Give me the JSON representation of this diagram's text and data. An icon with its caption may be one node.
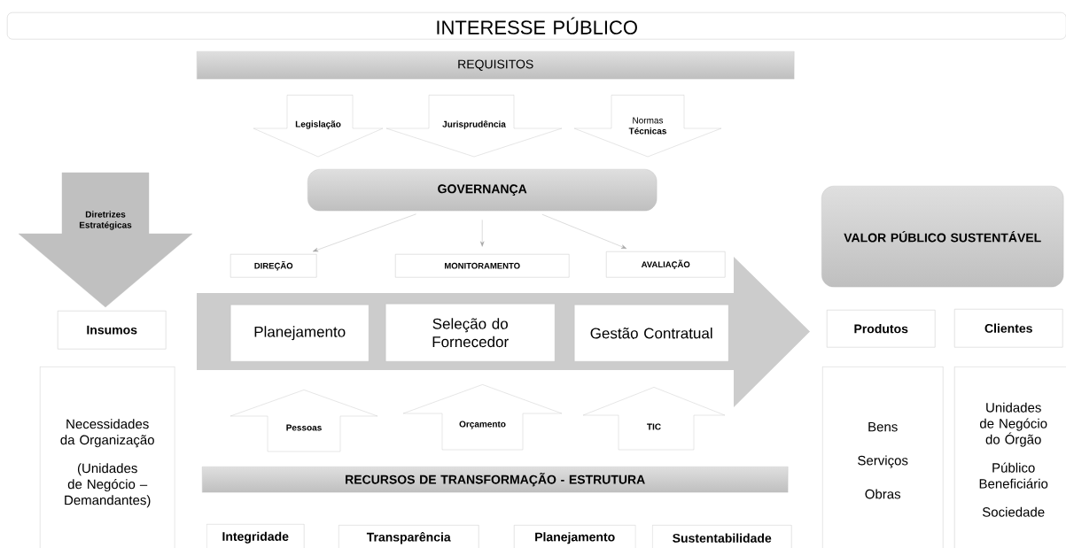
{
  "diagram": {
    "nodes": [
      {
        "text": [
          "INTERESSE PÚBLICO"
        ]
      },
      {
        "text": [
          "REQUISITOS"
        ]
      },
      {
        "text": [
          "GOVERNANÇA"
        ]
      },
      {
        "text": [
          "DIREÇÃO"
        ]
      },
      {
        "text": [
          "MONITORAMENTO"
        ]
      },
      {
        "text": [
          "AVALIAÇÃO"
        ]
      },
      {
        "text": [],
        "shape": "arrow"
      },
      {
        "text": [
          "Planejamento"
        ],
        "in": 6
      },
      {
        "text": [
          "Seleção do Fornecedor"
        ],
        "in": 6
      },
      {
        "text": [
          "Gestão Contratual"
        ],
        "in": 6
      },
      {
        "text": [
          "RECURSOS DE TRANSFORMAÇÃO - ESTRUTURA"
        ]
      },
      {
        "text": [
          "Integridade"
        ]
      },
      {
        "text": [
          "Transparência"
        ]
      },
      {
        "text": [
          "Planejamento"
        ]
      },
      {
        "text": [
          "Sustentabilidade"
        ]
      },
      {
        "text": [
          "Insumos"
        ]
      },
      {
        "text": [
          "Necessidades da Organização",
          "(Unidades de Negócio – Demandantes)"
        ]
      },
      {
        "text": [
          "VALOR PÚBLICO SUSTENTÁVEL"
        ]
      },
      {
        "text": [
          "Produtos"
        ]
      },
      {
        "text": [
          "Clientes"
        ]
      },
      {
        "text": [
          "Bens",
          "Serviços",
          "Obras"
        ]
      },
      {
        "text": [
          "Unidades de Negócio do Órgão",
          "Público Beneficiário",
          "Sociedade"
        ]
      }
    ],
    "edges": [
      {
        "from": 2,
        "to": 3,
        "arrow": "to"
      },
      {
        "from": 2,
        "to": 4,
        "arrow": "to"
      },
      {
        "from": 2,
        "to": 5,
        "arrow": "to"
      },
      {
        "from": 1,
        "to": 2,
        "arrow": "to",
        "label": "Legislação"
      },
      {
        "from": 1,
        "to": 2,
        "arrow": "to",
        "label": "Jurisprudência"
      },
      {
        "from": 1,
        "to": 2,
        "arrow": "to",
        "label": "Normas **Técnicas**"
      },
      {
        "from": null,
        "to": 15,
        "arrow": "to",
        "label": "Diretrizes Estratégicas",
        "color": "#c0c0c0"
      },
      {
        "from": 10,
        "to": 6,
        "arrow": "to",
        "label": "Pessoas"
      },
      {
        "from": 10,
        "to": 6,
        "arrow": "to",
        "label": "Orçamento"
      },
      {
        "from": 10,
        "to": 6,
        "arrow": "to",
        "label": "TIC"
      }
    ]
  }
}
